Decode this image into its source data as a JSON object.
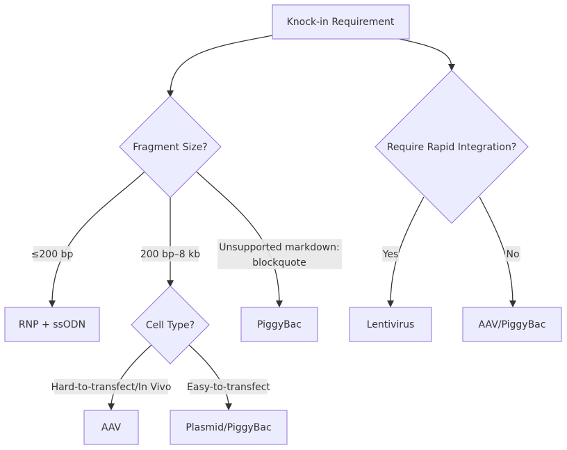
{
  "nodes": {
    "knockin": "Knock-in Requirement",
    "fragment": "Fragment Size?",
    "rapid": "Require Rapid Integration?",
    "rnp": "RNP + ssODN",
    "cell": "Cell Type?",
    "piggybac": "PiggyBac",
    "lentivirus": "Lentivirus",
    "aav_piggybac": "AAV/PiggyBac",
    "aav": "AAV",
    "plasmid": "Plasmid/PiggyBac"
  },
  "edges": {
    "small": "≤200 bp",
    "medium": "200 bp–8 kb",
    "unsupported_line1": "Unsupported markdown:",
    "unsupported_line2": "blockquote",
    "yes": "Yes",
    "no": "No",
    "hard": "Hard-to-transfect/In Vivo",
    "easy": "Easy-to-transfect"
  },
  "colors": {
    "node_fill": "#ECECFF",
    "node_stroke": "#9370DB",
    "edge_stroke": "#333333",
    "label_bg": "#E8E8E8"
  }
}
